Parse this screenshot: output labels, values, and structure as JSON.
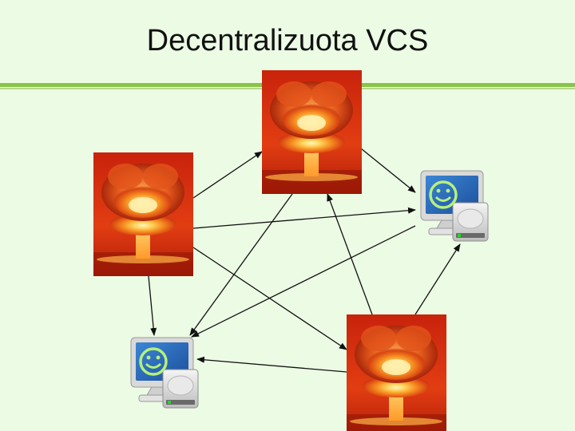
{
  "slide": {
    "title": "Decentralizuota VCS"
  },
  "diagram": {
    "nodes": [
      {
        "id": "server-top",
        "kind": "explosion-server"
      },
      {
        "id": "server-left",
        "kind": "explosion-server"
      },
      {
        "id": "server-bottom",
        "kind": "explosion-server"
      },
      {
        "id": "client-right",
        "kind": "happy-computer"
      },
      {
        "id": "client-left",
        "kind": "happy-computer"
      }
    ],
    "edges": [
      {
        "from": "server-left",
        "to": "server-top"
      },
      {
        "from": "server-top",
        "to": "client-right"
      },
      {
        "from": "server-left",
        "to": "client-right"
      },
      {
        "from": "server-left",
        "to": "client-left"
      },
      {
        "from": "server-top",
        "to": "client-left"
      },
      {
        "from": "server-left",
        "to": "server-bottom"
      },
      {
        "from": "server-bottom",
        "to": "server-top"
      },
      {
        "from": "server-bottom",
        "to": "client-right"
      },
      {
        "from": "client-right",
        "to": "client-left"
      },
      {
        "from": "server-bottom",
        "to": "client-left"
      }
    ],
    "colors": {
      "background": "#ecfbe4",
      "rule": "#8bc34a",
      "arrow": "#111111",
      "smiley": "#b6f07a",
      "monitor_screen": "#2c6fbe"
    }
  }
}
